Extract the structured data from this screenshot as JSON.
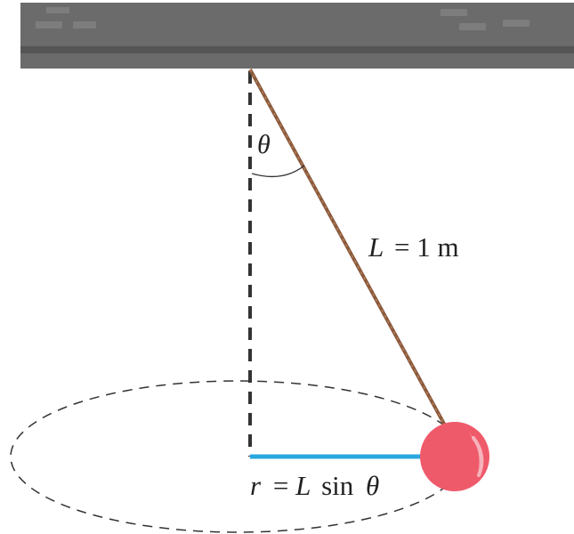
{
  "labels": {
    "angle": "θ",
    "length_var": "L",
    "length_eq": "= 1 m",
    "radius_var": "r",
    "radius_eq": "= ",
    "radius_L": "L",
    "radius_sin": "sin",
    "radius_theta": "θ"
  },
  "colors": {
    "ceiling": "#6b6b6b",
    "ceiling_dark": "#555555",
    "ceiling_brick": "#7d7d7d",
    "string": "#8b5a3c",
    "string_highlight": "#b98561",
    "bob": "#ef5a6a",
    "bob_highlight": "#f7b3bb",
    "radius_line": "#29a8e0",
    "dashed": "#333333",
    "text": "#222222"
  }
}
